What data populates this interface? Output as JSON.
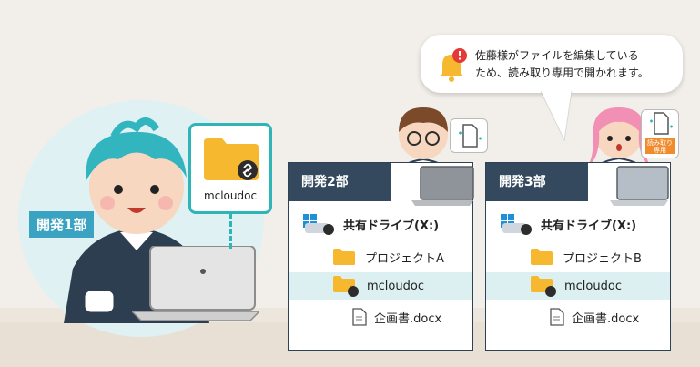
{
  "left_user": {
    "dept_label": "開発1部",
    "popup_folder_label": "mcloudoc"
  },
  "dept2_card": {
    "title": "開発2部",
    "drive_label": "共有ドライブ(X:)",
    "project_folder": "プロジェクトA",
    "shared_folder": "mcloudoc",
    "file_name": "企画書.docx"
  },
  "dept3_card": {
    "title": "開発3部",
    "drive_label": "共有ドライブ(X:)",
    "project_folder": "プロジェクトB",
    "shared_folder": "mcloudoc",
    "file_name": "企画書.docx",
    "readonly_badge": "読み取り専用"
  },
  "notification": {
    "line1": "佐藤様がファイルを編集している",
    "line2": "ため、読み取り専用で開かれます。"
  },
  "colors": {
    "teal": "#2fb5b8",
    "navy": "#34495e",
    "highlight": "#dcf0f1",
    "folder_yellow": "#f5b82e"
  }
}
